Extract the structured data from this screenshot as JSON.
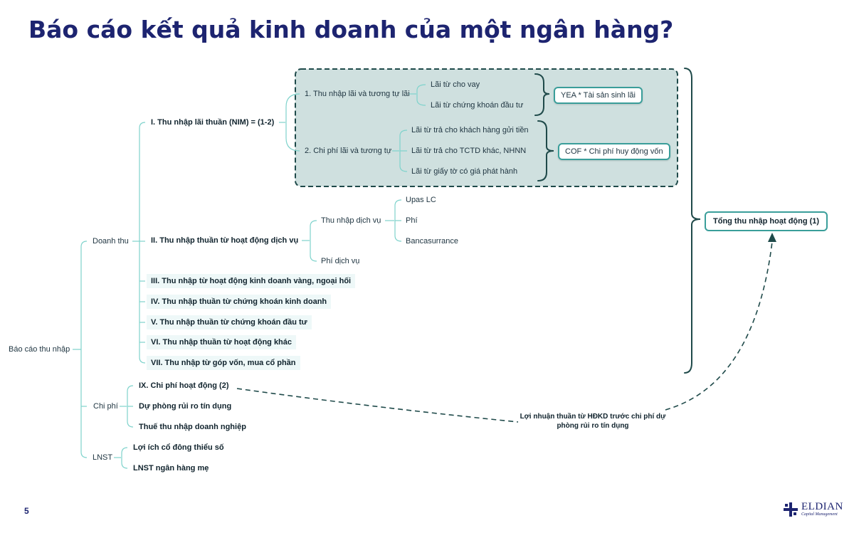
{
  "slide": {
    "title": "Báo cáo kết quả kinh doanh của một ngân hàng?",
    "page_number": "5"
  },
  "logo": {
    "name": "ELDIAN",
    "subtitle": "Capital Management"
  },
  "tree": {
    "root": "Báo cáo thu nhập",
    "revenue": {
      "label": "Doanh thu",
      "nim": {
        "label": "I. Thu nhập lãi thuần (NIM) = (1-2)",
        "interest_income": {
          "label": "1. Thu nhập lãi và tương tự lãi",
          "items": [
            "Lãi từ cho vay",
            "Lãi từ chứng khoán đầu tư"
          ],
          "formula": "YEA * Tài sản sinh lãi"
        },
        "interest_expense": {
          "label": "2. Chi phí lãi và tương tự",
          "items": [
            "Lãi từ trả cho khách hàng gửi tiền",
            "Lãi từ trả cho TCTD khác, NHNN",
            "Lãi từ giấy tờ có giá phát hành"
          ],
          "formula": "COF * Chi phí huy động vốn"
        }
      },
      "service": {
        "label": "II. Thu nhập thuần từ hoạt động dịch vụ",
        "service_income": {
          "label": "Thu nhập dịch vụ",
          "items": [
            "Upas LC",
            "Phí",
            "Bancasurrance"
          ]
        },
        "service_fee": "Phí dịch vụ"
      },
      "others": [
        "III. Thu nhập từ hoạt động kinh doanh vàng, ngoại hối",
        "IV. Thu nhập thuần từ chứng khoán kinh doanh",
        "V. Thu nhập thuần từ chứng khoán đầu tư",
        "VI. Thu nhập thuần từ hoạt động khác",
        "VII. Thu nhập từ góp vốn, mua cổ phần"
      ]
    },
    "expenses": {
      "label": "Chi phí",
      "items": [
        "IX. Chi phí hoạt động (2)",
        "Dự phòng rủi ro tín dụng",
        "Thuế thu nhập doanh nghiệp"
      ]
    },
    "net_profit": {
      "label": "LNST",
      "items": [
        "Lợi ích cổ đông thiểu số",
        "LNST ngân hàng mẹ"
      ]
    }
  },
  "total_operating_income": "Tổng thu nhập hoạt động (1)",
  "pre_provision_profit": "Lợi nhuận thuần từ HĐKD trước chi phí dự phòng rủi ro tín dụng",
  "colors": {
    "title": "#1d2470",
    "connector": "#7fd3cc",
    "highlight_region": "#cfe0df",
    "highlight_border": "#1f4a4a",
    "box_border": "#3a9e9a",
    "dashed_arrow": "#1f4a4a"
  }
}
